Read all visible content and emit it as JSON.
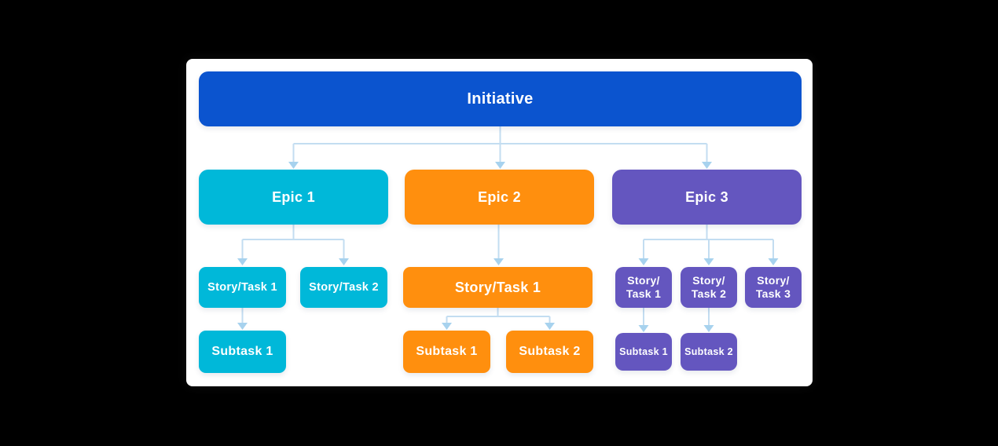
{
  "page": {
    "background_color": "#000000"
  },
  "card": {
    "background_color": "#FFFFFF"
  },
  "diagram": {
    "root": {
      "label": "Initiative",
      "color": "#0B54CF"
    },
    "epics": [
      {
        "label": "Epic 1",
        "color": "#00B8D9",
        "stories": [
          {
            "label": "Story/Task 1",
            "subtasks": [
              {
                "label": "Subtask 1"
              }
            ]
          },
          {
            "label": "Story/Task 2",
            "subtasks": []
          }
        ]
      },
      {
        "label": "Epic 2",
        "color": "#FF8F0E",
        "stories": [
          {
            "label": "Story/Task 1",
            "subtasks": [
              {
                "label": "Subtask 1"
              },
              {
                "label": "Subtask 2"
              }
            ]
          }
        ]
      },
      {
        "label": "Epic 3",
        "color": "#6456BF",
        "stories": [
          {
            "label": "Story/\nTask 1",
            "subtasks": [
              {
                "label": "Subtask 1"
              }
            ]
          },
          {
            "label": "Story/\nTask 2",
            "subtasks": [
              {
                "label": "Subtask 2"
              }
            ]
          },
          {
            "label": "Story/\nTask 3",
            "subtasks": []
          }
        ]
      }
    ],
    "connector_color": "#C3DDF1",
    "arrow_color": "#A7D2EE",
    "text_color": "#FFFFFF"
  }
}
